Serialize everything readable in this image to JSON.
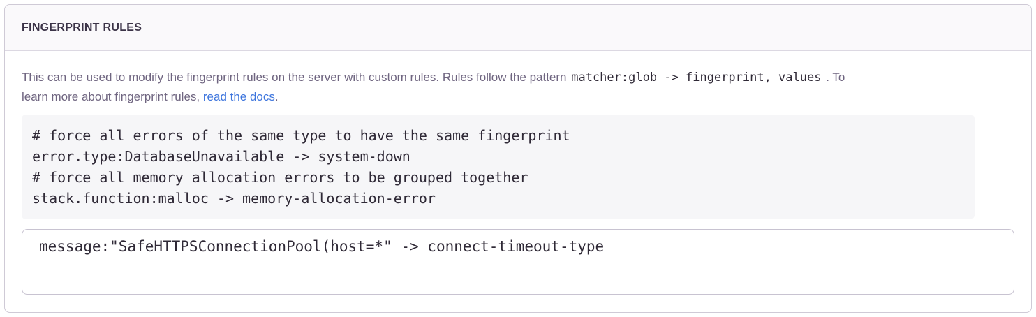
{
  "colors": {
    "panel_border": "#cfcad6",
    "header_background": "#faf9fb",
    "header_text": "#3b3347",
    "description_text": "#6f6580",
    "link_blue": "#3c74dd",
    "code_text": "#2f2936",
    "example_background": "#f6f6f8",
    "textarea_border": "#c8c3d1"
  },
  "panel": {
    "title": "FINGERPRINT RULES",
    "description": {
      "line1_before_code": "This can be used to modify the fingerprint rules on the server with custom rules. Rules follow the pattern",
      "pattern_code": "matcher:glob -> fingerprint, values",
      "line1_after_code": ". To",
      "line2_text": "learn more about fingerprint rules,",
      "link_label": "read the docs",
      "line2_after_link": "."
    },
    "example_code": "# force all errors of the same type to have the same fingerprint\nerror.type:DatabaseUnavailable -> system-down\n# force all memory allocation errors to be grouped together\nstack.function:malloc -> memory-allocation-error",
    "rules_field": {
      "value": "message:\"SafeHTTPSConnectionPool(host=*\" -> connect-timeout-type"
    }
  }
}
